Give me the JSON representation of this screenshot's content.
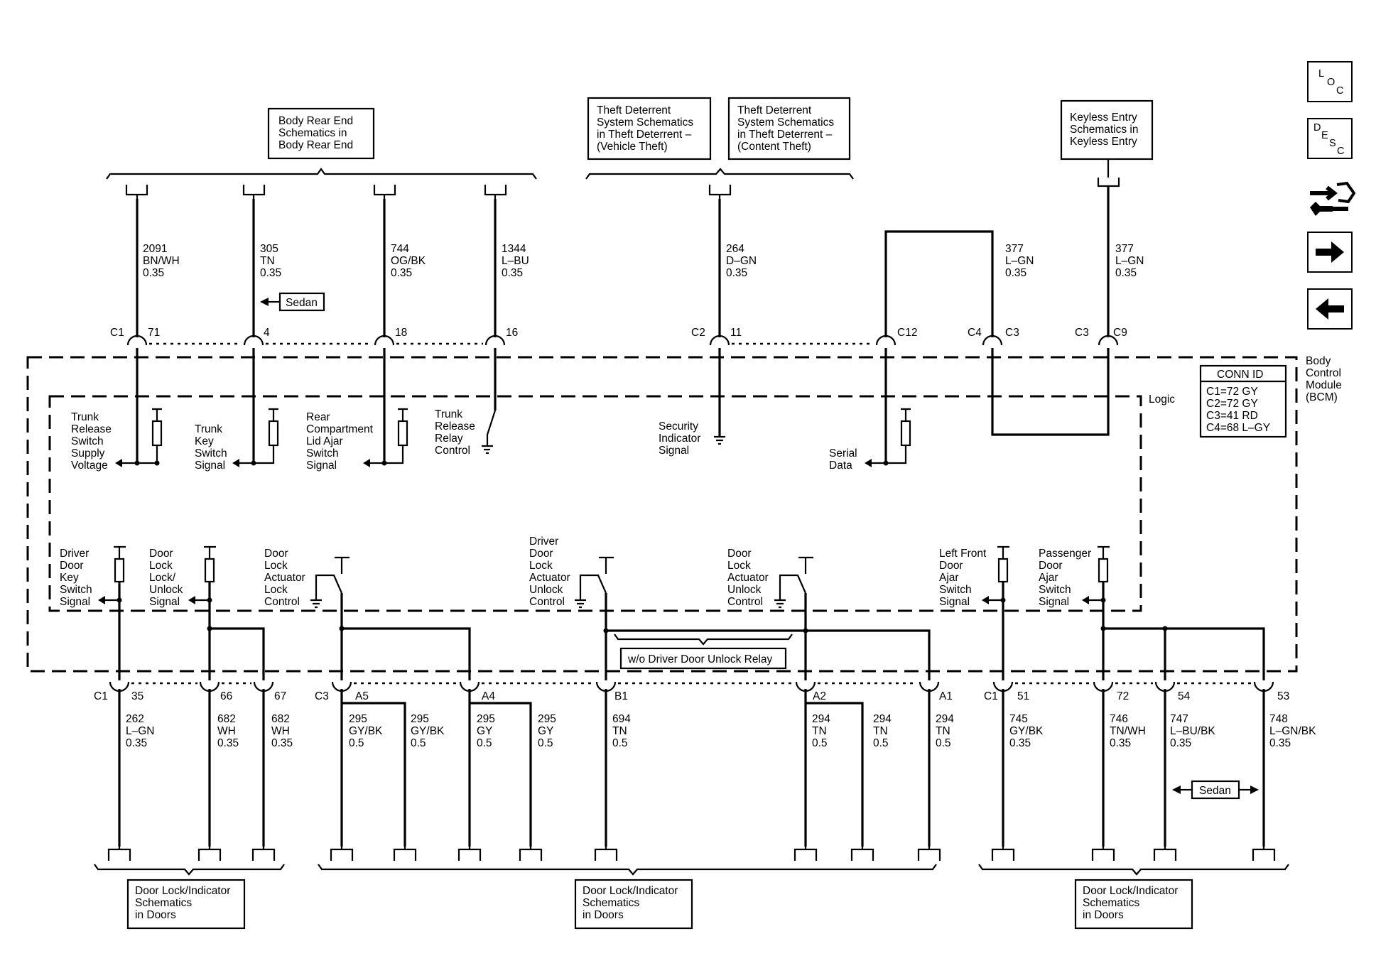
{
  "refs": {
    "body_rear_end": [
      "Body Rear End",
      "Schematics in",
      "Body Rear End"
    ],
    "theft_vehicle": [
      "Theft Deterrent",
      "System Schematics",
      "in Theft Deterrent –",
      "(Vehicle Theft)"
    ],
    "theft_content": [
      "Theft Deterrent",
      "System Schematics",
      "in Theft Deterrent –",
      "(Content Theft)"
    ],
    "keyless": [
      "Keyless Entry",
      "Schematics in",
      "Keyless Entry"
    ],
    "door_lock": [
      "Door Lock/Indicator",
      "Schematics",
      "in Doors"
    ]
  },
  "module": {
    "name": [
      "Body",
      "Control",
      "Module",
      "(BCM)"
    ],
    "logic_label": "Logic",
    "conn_id_title": "CONN ID",
    "conn_ids": [
      "C1=72 GY",
      "C2=72 GY",
      "C3=41 RD",
      "C4=68 L–GY"
    ]
  },
  "options": {
    "sedan": "Sedan",
    "wo_relay": "w/o Driver Door Unlock Relay"
  },
  "nav": {
    "loc": [
      "L",
      "O",
      "C"
    ],
    "desc": [
      "D",
      "E",
      "S",
      "C"
    ]
  },
  "top_wires": [
    {
      "circuit": "2091",
      "color": "BN/WH",
      "gauge": "0.35",
      "conn": "C1",
      "pin": "71"
    },
    {
      "circuit": "305",
      "color": "TN",
      "gauge": "0.35",
      "conn": "",
      "pin": "4"
    },
    {
      "circuit": "744",
      "color": "OG/BK",
      "gauge": "0.35",
      "conn": "",
      "pin": "18"
    },
    {
      "circuit": "1344",
      "color": "L–BU",
      "gauge": "0.35",
      "conn": "",
      "pin": "16"
    },
    {
      "circuit": "264",
      "color": "D–GN",
      "gauge": "0.35",
      "conn": "C2",
      "pin": "11"
    },
    {
      "circuit": "",
      "color": "",
      "gauge": "",
      "conn": "",
      "pin": "C12"
    },
    {
      "circuit": "377",
      "color": "L–GN",
      "gauge": "0.35",
      "conn": "C4",
      "pin": "C3"
    },
    {
      "circuit": "377",
      "color": "L–GN",
      "gauge": "0.35",
      "conn": "C3",
      "pin": "C9"
    }
  ],
  "upper_signals": [
    [
      "Trunk",
      "Release",
      "Switch",
      "Supply",
      "Voltage"
    ],
    [
      "Trunk",
      "Key",
      "Switch",
      "Signal"
    ],
    [
      "Rear",
      "Compartment",
      "Lid Ajar",
      "Switch",
      "Signal"
    ],
    [
      "Trunk",
      "Release",
      "Relay",
      "Control"
    ],
    [
      "Security",
      "Indicator",
      "Signal"
    ],
    [
      "Serial",
      "Data"
    ]
  ],
  "lower_signals": [
    [
      "Driver",
      "Door",
      "Key",
      "Switch",
      "Signal"
    ],
    [
      "Door",
      "Lock",
      "Lock/",
      "Unlock",
      "Signal"
    ],
    [
      "Door",
      "Lock",
      "Actuator",
      "Lock",
      "Control"
    ],
    [
      "Driver",
      "Door",
      "Lock",
      "Actuator",
      "Unlock",
      "Control"
    ],
    [
      "Door",
      "Lock",
      "Actuator",
      "Unlock",
      "Control"
    ],
    [
      "Left Front",
      "Door",
      "Ajar",
      "Switch",
      "Signal"
    ],
    [
      "Passenger",
      "Door",
      "Ajar",
      "Switch",
      "Signal"
    ]
  ],
  "bottom_wires": [
    {
      "conn": "C1",
      "pin": "35",
      "circuit": "262",
      "color": "L–GN",
      "gauge": "0.35"
    },
    {
      "conn": "",
      "pin": "66",
      "circuit": "682",
      "color": "WH",
      "gauge": "0.35"
    },
    {
      "conn": "",
      "pin": "67",
      "circuit": "682",
      "color": "WH",
      "gauge": "0.35"
    },
    {
      "conn": "C3",
      "pin": "A5",
      "circuit": "295",
      "color": "GY/BK",
      "gauge": "0.5"
    },
    {
      "conn": "",
      "pin": "",
      "circuit": "295",
      "color": "GY/BK",
      "gauge": "0.5"
    },
    {
      "conn": "",
      "pin": "A4",
      "circuit": "295",
      "color": "GY",
      "gauge": "0.5"
    },
    {
      "conn": "",
      "pin": "",
      "circuit": "295",
      "color": "GY",
      "gauge": "0.5"
    },
    {
      "conn": "",
      "pin": "B1",
      "circuit": "694",
      "color": "TN",
      "gauge": "0.5"
    },
    {
      "conn": "",
      "pin": "A2",
      "circuit": "294",
      "color": "TN",
      "gauge": "0.5"
    },
    {
      "conn": "",
      "pin": "",
      "circuit": "294",
      "color": "TN",
      "gauge": "0.5"
    },
    {
      "conn": "",
      "pin": "A1",
      "circuit": "294",
      "color": "TN",
      "gauge": "0.5"
    },
    {
      "conn": "C1",
      "pin": "51",
      "circuit": "745",
      "color": "GY/BK",
      "gauge": "0.35"
    },
    {
      "conn": "",
      "pin": "72",
      "circuit": "746",
      "color": "TN/WH",
      "gauge": "0.35"
    },
    {
      "conn": "",
      "pin": "54",
      "circuit": "747",
      "color": "L–BU/BK",
      "gauge": "0.35"
    },
    {
      "conn": "",
      "pin": "53",
      "circuit": "748",
      "color": "L–GN/BK",
      "gauge": "0.35"
    }
  ]
}
